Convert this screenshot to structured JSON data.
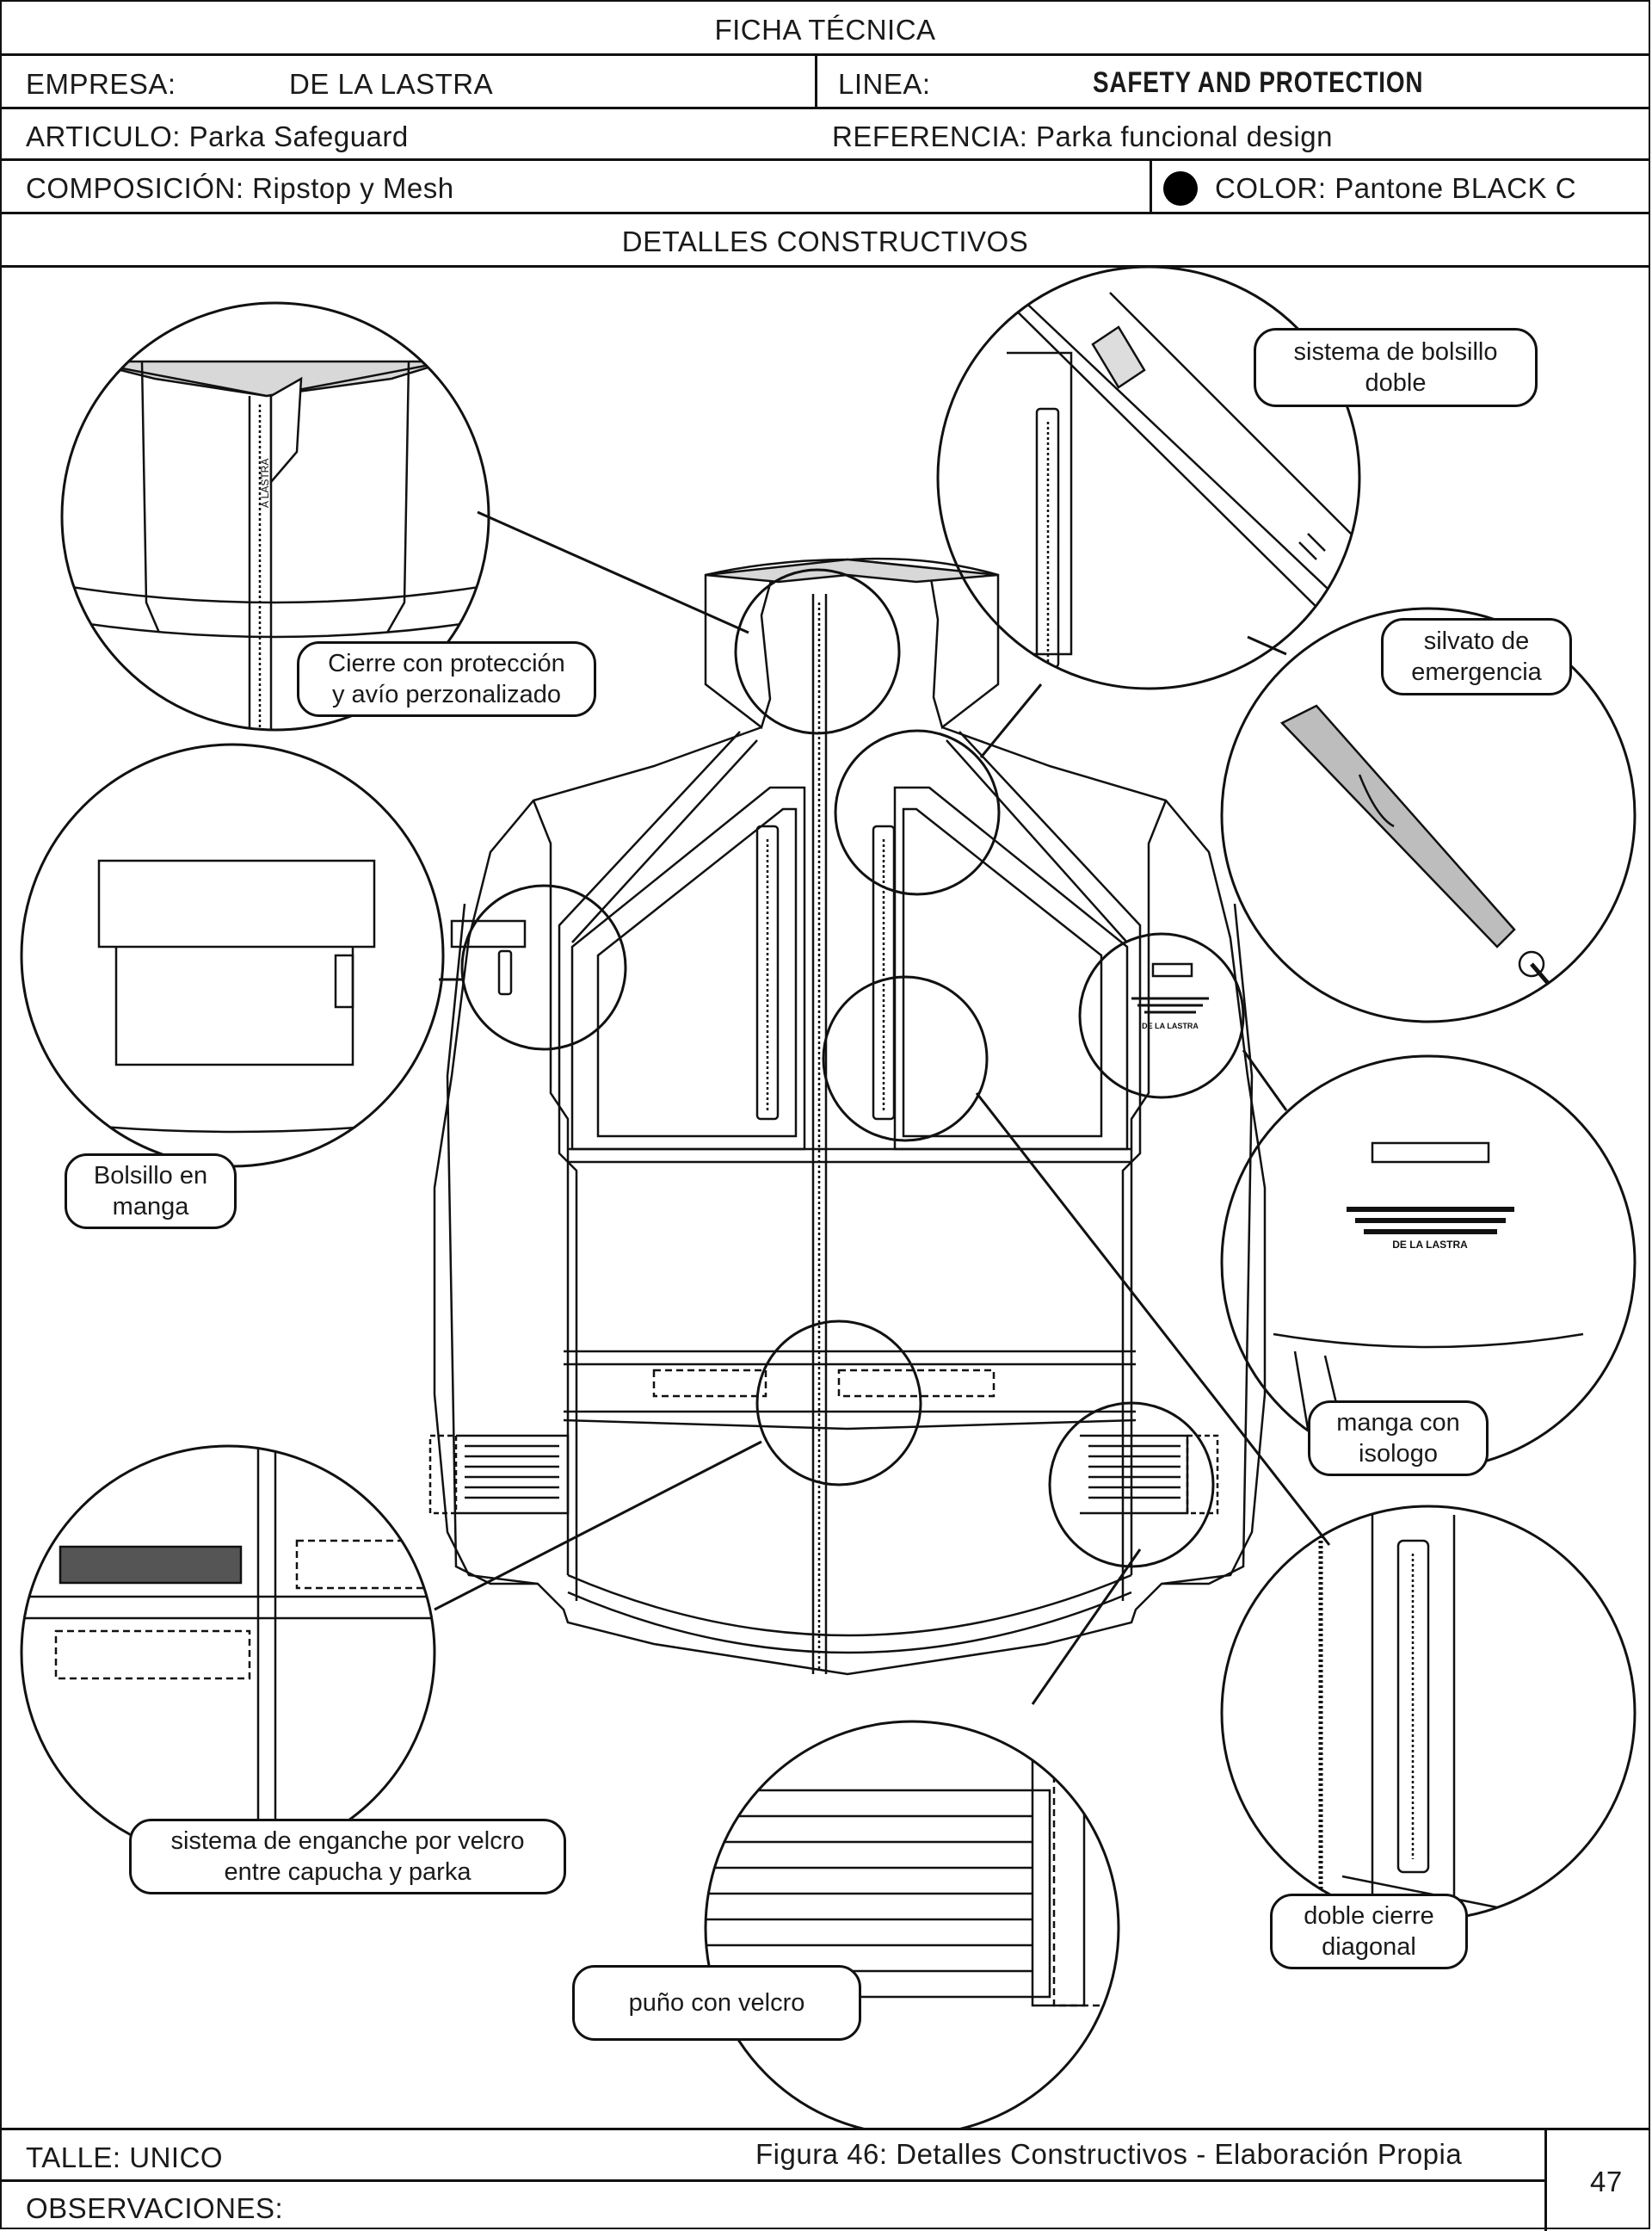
{
  "header": {
    "title": "FICHA TÉCNICA",
    "empresa_label": "EMPRESA:",
    "empresa_value": "DE LA LASTRA",
    "linea_label": "LINEA:",
    "linea_value": "SAFETY AND PROTECTION",
    "articulo": "ARTICULO: Parka Safeguard",
    "referencia": "REFERENCIA: Parka funcional design",
    "composicion": "COMPOSICIÓN: Ripstop y Mesh",
    "color": "COLOR: Pantone BLACK C",
    "color_swatch": "#000000",
    "section": "DETALLES CONSTRUCTIVOS"
  },
  "callouts": {
    "cierre_1": "Cierre con protección",
    "cierre_2": "y avío  perzonalizado",
    "bolsillo_doble_1": "sistema de bolsillo",
    "bolsillo_doble_2": "doble",
    "silvato_1": "silvato de",
    "silvato_2": "emergencia",
    "bolsillo_manga_1": "Bolsillo en",
    "bolsillo_manga_2": "manga",
    "manga_isologo_1": "manga con",
    "manga_isologo_2": "isologo",
    "enganche_1": "sistema de enganche por velcro",
    "enganche_2": "entre capucha y parka",
    "doble_cierre_1": "doble cierre",
    "doble_cierre_2": "diagonal",
    "puno": "puño con velcro"
  },
  "brand_mark": "DE LA LASTRA",
  "zipper_tape": "A LASTRA",
  "footer": {
    "talle": "TALLE: UNICO",
    "figura": "Figura 46: Detalles Constructivos - Elaboración Propia",
    "observaciones": "OBSERVACIONES:",
    "page_number": "47"
  }
}
